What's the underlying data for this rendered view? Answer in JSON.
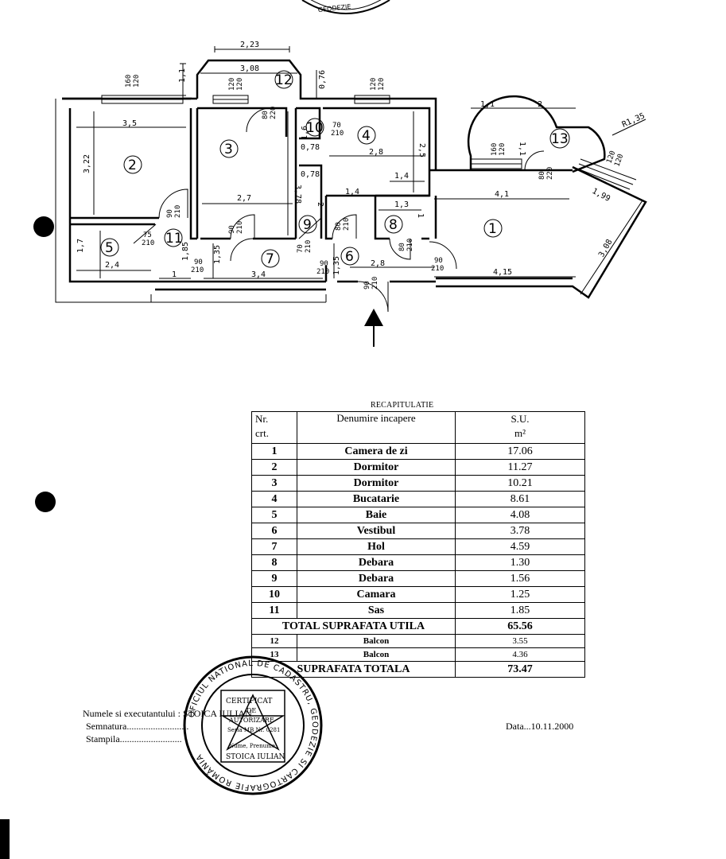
{
  "plan": {
    "rooms": [
      "1",
      "2",
      "3",
      "4",
      "5",
      "6",
      "7",
      "8",
      "9",
      "10",
      "11",
      "12",
      "13"
    ],
    "dims": {
      "d223": "2,23",
      "d308": "3,08",
      "d11a": "1,1",
      "d076": "0,76",
      "d35": "3,5",
      "d322": "3,22",
      "d378": "3,78",
      "d27": "2,7",
      "d28a": "2,8",
      "d25": "2,5",
      "d14a": "1,4",
      "d14b": "1,4",
      "d13": "1,3",
      "d1a": "1",
      "d11b": "1,1",
      "d2": "2",
      "d11c": "1,1",
      "d41": "4,1",
      "d415": "4,15",
      "d308b": "3,08",
      "d199": "1,99",
      "r135": "R1,35",
      "d17": "1,7",
      "d24": "2,4",
      "d185": "1,85",
      "d135": "1,35",
      "d34": "3,4",
      "d1b": "1",
      "d28b": "2,8",
      "d135b": "1,35",
      "d078a": "0,78",
      "d078b": "0,78",
      "d16": "1,6",
      "d2b": "2"
    },
    "windows": {
      "w1": "160\n120",
      "w2": "120\n120",
      "w3": "120\n120",
      "w4": "160\n120",
      "w5": "120\n120"
    },
    "doors": {
      "dr1": "90\n210",
      "dr2": "75\n210",
      "dr3": "90\n210",
      "dr4": "90\n210",
      "dr5": "70\n210",
      "dr6": "80\n210",
      "dr7": "80\n210",
      "dr8": "90\n210",
      "dr9": "90\n210",
      "dr10": "70\n210",
      "dr11": "80\n220",
      "dr12": "80\n220",
      "dr13": "90\n210"
    }
  },
  "recap": {
    "title": "RECAPITULATIE",
    "headers": {
      "nr": "Nr.\ncrt.",
      "name": "Denumire incapere",
      "su": "S.U.\nm²"
    },
    "rows": [
      {
        "nr": "1",
        "name": "Camera de zi",
        "su": "17.06"
      },
      {
        "nr": "2",
        "name": "Dormitor",
        "su": "11.27"
      },
      {
        "nr": "3",
        "name": "Dormitor",
        "su": "10.21"
      },
      {
        "nr": "4",
        "name": "Bucatarie",
        "su": "8.61"
      },
      {
        "nr": "5",
        "name": "Baie",
        "su": "4.08"
      },
      {
        "nr": "6",
        "name": "Vestibul",
        "su": "3.78"
      },
      {
        "nr": "7",
        "name": "Hol",
        "su": "4.59"
      },
      {
        "nr": "8",
        "name": "Debara",
        "su": "1.30"
      },
      {
        "nr": "9",
        "name": "Debara",
        "su": "1.56"
      },
      {
        "nr": "10",
        "name": "Camara",
        "su": "1.25"
      },
      {
        "nr": "11",
        "name": "Sas",
        "su": "1.85"
      }
    ],
    "total_util_label": "TOTAL SUPRAFATA UTILA",
    "total_util": "65.56",
    "extra": [
      {
        "nr": "12",
        "name": "Balcon",
        "su": "3.55"
      },
      {
        "nr": "13",
        "name": "Balcon",
        "su": "4.36"
      }
    ],
    "total_label": "SUPRAFATA TOTALA",
    "total": "73.47"
  },
  "footer": {
    "executant": "Numele si  executantului : STOICA IULIAN",
    "semnatura": "Semnatura..........................",
    "stampila": "Stampila..........................",
    "data": "Data...10.11.2000"
  },
  "stamp": {
    "ring": "OFICIUL NATIONAL DE CADASTRU, GEODEZIE SI CARTOGRAFIE ROMÂNIA",
    "inner": [
      "CERTIFICAT",
      "DE",
      "AUTORIZARE",
      "Seria MB Nr. 0281",
      "Nume, Prenume",
      "STOICA IULIAN"
    ]
  }
}
